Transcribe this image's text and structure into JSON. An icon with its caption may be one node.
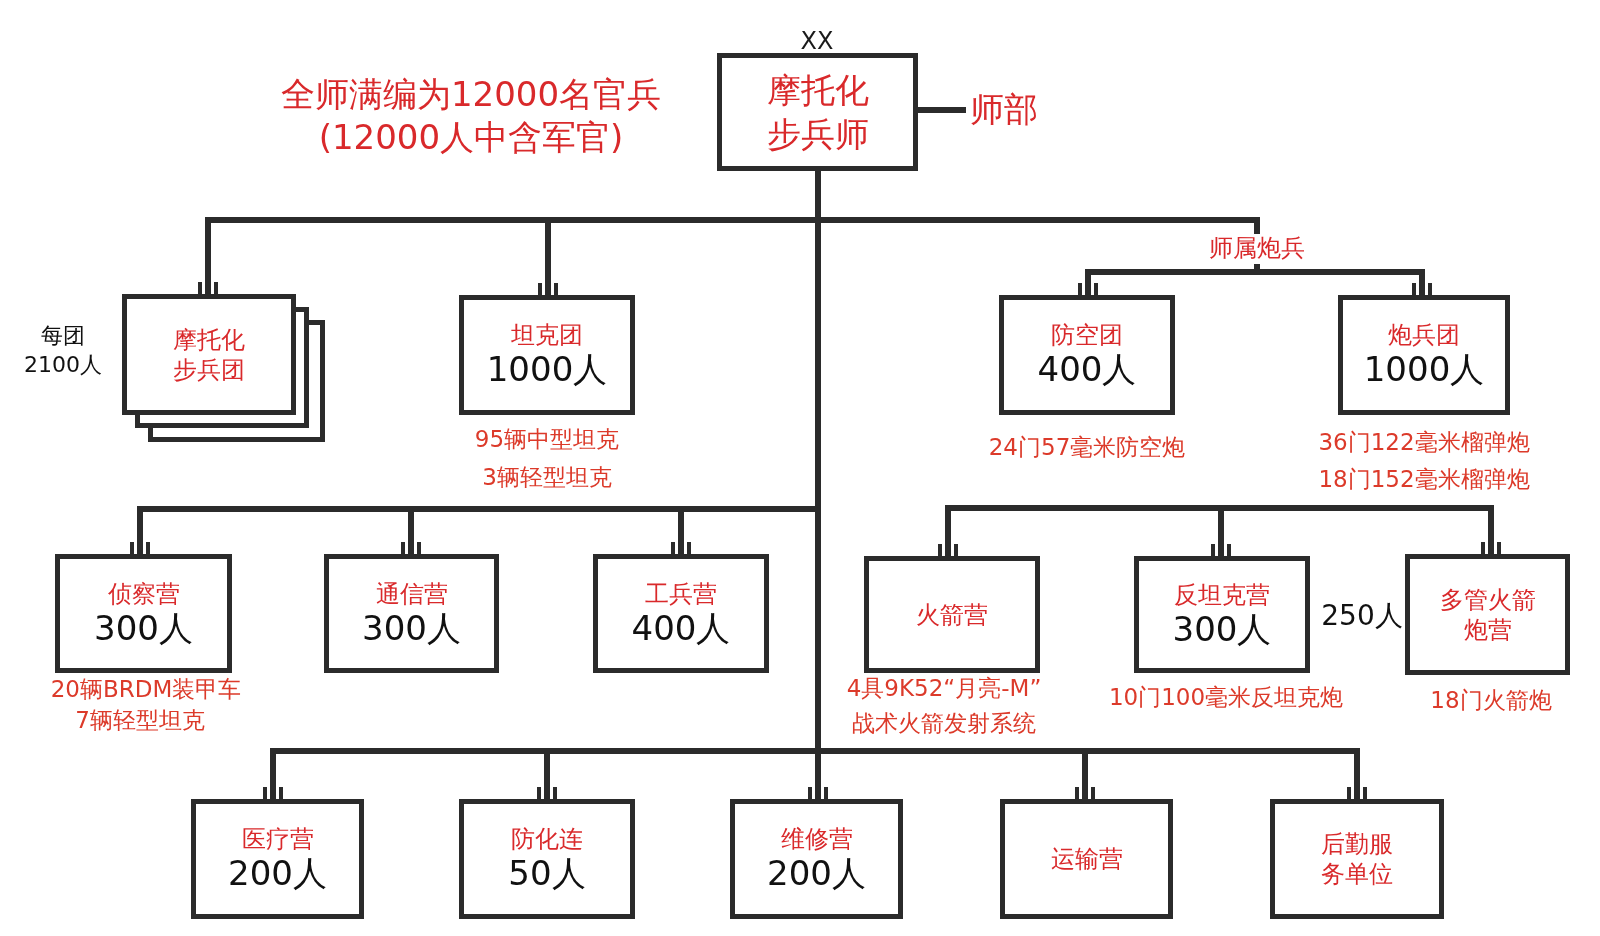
{
  "diagram": {
    "nodes": [
      {
        "text": [
          "摩托化步兵师"
        ],
        "beside": [
          "XX"
        ]
      },
      {
        "text": [
          "师部"
        ]
      },
      {
        "text": [
          "摩托化步兵团"
        ],
        "beside": [
          "每团2100人"
        ]
      },
      {
        "text": [
          "坦克团",
          "1000人"
        ],
        "beside": [
          "95辆中型坦克",
          "3辆轻型坦克"
        ]
      },
      {
        "text": [
          "师属炮兵"
        ]
      },
      {
        "text": [
          "防空团",
          "400人"
        ],
        "beside": [
          "24门57毫米防空炮"
        ]
      },
      {
        "text": [
          "炮兵团",
          "1000人"
        ],
        "beside": [
          "36门122毫米榴弹炮",
          "18门152毫米榴弹炮"
        ]
      },
      {
        "text": [
          "侦察营",
          "300人"
        ],
        "beside": [
          "20辆BRDM装甲车",
          "7辆轻型坦克"
        ]
      },
      {
        "text": [
          "通信营",
          "300人"
        ]
      },
      {
        "text": [
          "工兵营",
          "400人"
        ]
      },
      {
        "text": [
          "火箭营"
        ],
        "beside": [
          "4具9K52“月亮-M”战术火箭发射系统"
        ]
      },
      {
        "text": [
          "反坦克营",
          "300人"
        ],
        "beside": [
          "10门100毫米反坦克炮"
        ]
      },
      {
        "text": [
          "多管火箭炮营"
        ],
        "beside": [
          "250人",
          "18门火箭炮"
        ]
      },
      {
        "text": [
          "医疗营",
          "200人"
        ]
      },
      {
        "text": [
          "防化连",
          "50人"
        ]
      },
      {
        "text": [
          "维修营",
          "200人"
        ]
      },
      {
        "text": [
          "运输营"
        ]
      },
      {
        "text": [
          "后勤服务单位"
        ]
      }
    ],
    "edges": [
      {
        "from": 0,
        "to": 1,
        "arrow": "none"
      },
      {
        "from": 0,
        "to": 2,
        "arrow": "other"
      },
      {
        "from": 0,
        "to": 3,
        "arrow": "other"
      },
      {
        "from": 0,
        "to": 4,
        "arrow": "none"
      },
      {
        "from": 4,
        "to": 5,
        "arrow": "other"
      },
      {
        "from": 4,
        "to": 6,
        "arrow": "other"
      },
      {
        "from": 0,
        "to": 7,
        "arrow": "other"
      },
      {
        "from": 0,
        "to": 8,
        "arrow": "other"
      },
      {
        "from": 0,
        "to": 9,
        "arrow": "other"
      },
      {
        "from": null,
        "to": 10,
        "arrow": "other"
      },
      {
        "from": null,
        "to": 11,
        "arrow": "other"
      },
      {
        "from": null,
        "to": 12,
        "arrow": "other"
      },
      {
        "from": 0,
        "to": 13,
        "arrow": "other"
      },
      {
        "from": 0,
        "to": 14,
        "arrow": "other"
      },
      {
        "from": 0,
        "to": 15,
        "arrow": "other"
      },
      {
        "from": 0,
        "to": 16,
        "arrow": "other"
      },
      {
        "from": 0,
        "to": 17,
        "arrow": "other"
      }
    ],
    "labels": [
      "全师满编为12000名官兵",
      "(12000人中含军官)"
    ]
  }
}
